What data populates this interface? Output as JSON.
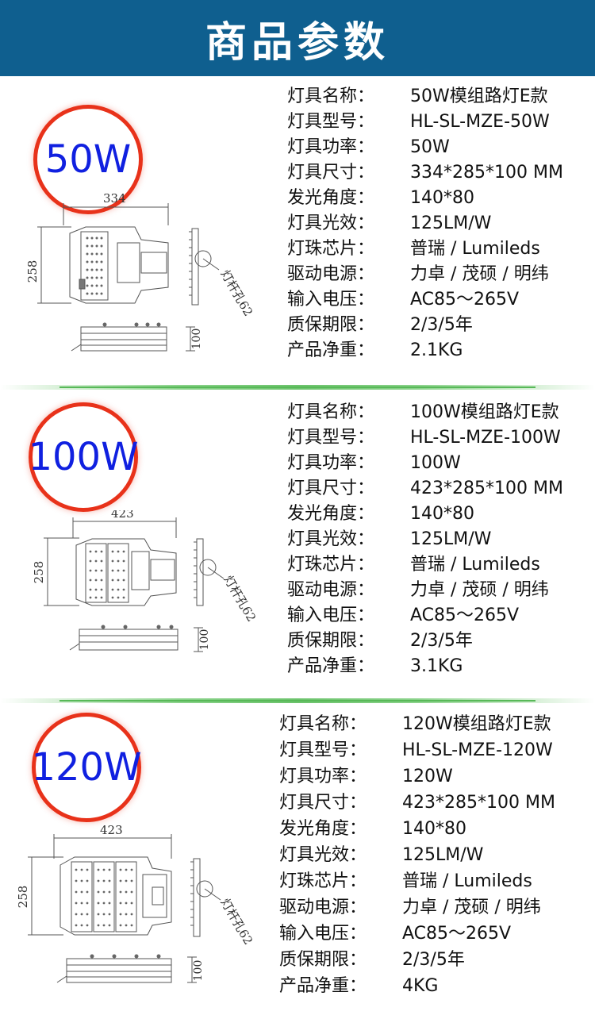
{
  "header": {
    "title": "商品参数"
  },
  "products": [
    {
      "badge": "50W",
      "specs": [
        {
          "label": "灯具名称：",
          "value": "50W模组路灯E款"
        },
        {
          "label": "灯具型号：",
          "value": "HL-SL-MZE-50W"
        },
        {
          "label": "灯具功率：",
          "value": "50W"
        },
        {
          "label": "灯具尺寸：",
          "value": "334*285*100 MM"
        },
        {
          "label": "发光角度：",
          "value": "140*80"
        },
        {
          "label": "灯具光效：",
          "value": "125LM/W"
        },
        {
          "label": "灯珠芯片：",
          "value": "普瑞 / Lumileds"
        },
        {
          "label": "驱动电源：",
          "value": "力卓 / 茂硕 / 明纬"
        },
        {
          "label": "输入电压：",
          "value": "AC85～265V"
        },
        {
          "label": "质保期限：",
          "value": "2/3/5年"
        },
        {
          "label": "产品净重：",
          "value": "2.1KG"
        }
      ],
      "drawing": {
        "width_label": "334",
        "height_label": "258",
        "depth_label": "100",
        "pole_label": "灯杆孔62"
      }
    },
    {
      "badge": "100W",
      "specs": [
        {
          "label": "灯具名称：",
          "value": "100W模组路灯E款"
        },
        {
          "label": "灯具型号：",
          "value": "HL-SL-MZE-100W"
        },
        {
          "label": "灯具功率：",
          "value": "100W"
        },
        {
          "label": "灯具尺寸：",
          "value": "423*285*100 MM"
        },
        {
          "label": "发光角度：",
          "value": "140*80"
        },
        {
          "label": "灯具光效：",
          "value": "125LM/W"
        },
        {
          "label": "灯珠芯片：",
          "value": "普瑞 / Lumileds"
        },
        {
          "label": "驱动电源：",
          "value": "力卓 / 茂硕 / 明纬"
        },
        {
          "label": "输入电压：",
          "value": "AC85～265V"
        },
        {
          "label": "质保期限：",
          "value": "2/3/5年"
        },
        {
          "label": "产品净重：",
          "value": "3.1KG"
        }
      ],
      "drawing": {
        "width_label": "423",
        "height_label": "258",
        "depth_label": "100",
        "pole_label": "灯杆孔62"
      }
    },
    {
      "badge": "120W",
      "specs": [
        {
          "label": "灯具名称：",
          "value": "120W模组路灯E款"
        },
        {
          "label": "灯具型号：",
          "value": "HL-SL-MZE-120W"
        },
        {
          "label": "灯具功率：",
          "value": "120W"
        },
        {
          "label": "灯具尺寸：",
          "value": "423*285*100 MM"
        },
        {
          "label": "发光角度：",
          "value": "140*80"
        },
        {
          "label": "灯具光效：",
          "value": "125LM/W"
        },
        {
          "label": "灯珠芯片：",
          "value": "普瑞 / Lumileds"
        },
        {
          "label": "驱动电源：",
          "value": "力卓 / 茂硕 / 明纬"
        },
        {
          "label": "输入电压：",
          "value": "AC85～265V"
        },
        {
          "label": "质保期限：",
          "value": "2/3/5年"
        },
        {
          "label": "产品净重：",
          "value": "4KG"
        }
      ],
      "drawing": {
        "width_label": "423",
        "height_label": "258",
        "depth_label": "100",
        "pole_label": "灯杆孔62"
      }
    }
  ]
}
